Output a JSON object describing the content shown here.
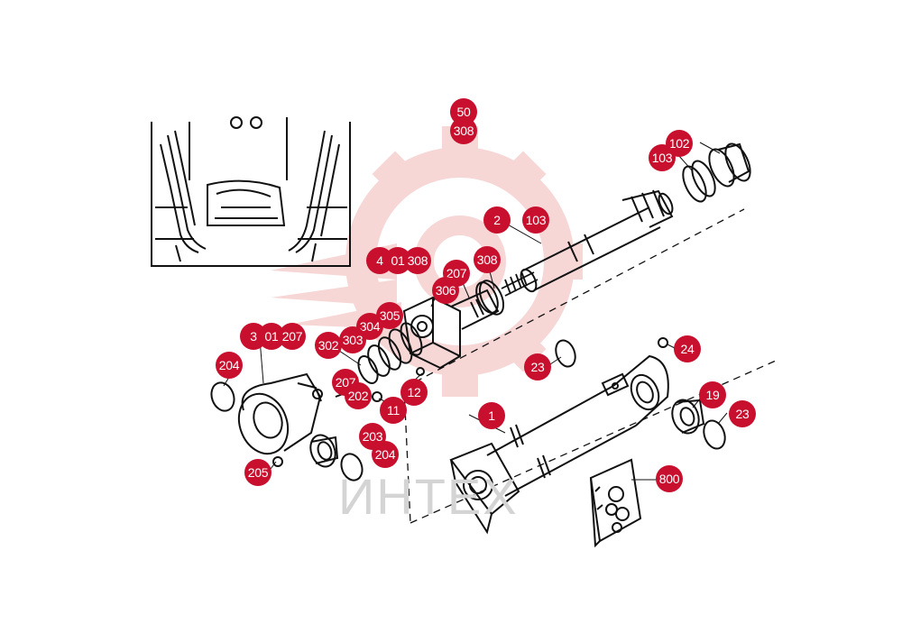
{
  "watermark": {
    "text": "ИНТЕХ",
    "color": "#f3c7c7"
  },
  "callout_color": "#c8102e",
  "callouts": [
    {
      "id": "c50",
      "label": "50"
    },
    {
      "id": "c308a",
      "label": "308"
    },
    {
      "id": "c102",
      "label": "102"
    },
    {
      "id": "c103a",
      "label": "103"
    },
    {
      "id": "c2",
      "label": "2"
    },
    {
      "id": "c103b",
      "label": "103"
    },
    {
      "id": "c4",
      "label": "4"
    },
    {
      "id": "c01a",
      "label": "01"
    },
    {
      "id": "c308b",
      "label": "308"
    },
    {
      "id": "c207a",
      "label": "207"
    },
    {
      "id": "c308c",
      "label": "308"
    },
    {
      "id": "c306",
      "label": "306"
    },
    {
      "id": "c305",
      "label": "305"
    },
    {
      "id": "c304",
      "label": "304"
    },
    {
      "id": "c3",
      "label": "3"
    },
    {
      "id": "c01b",
      "label": "01"
    },
    {
      "id": "c207b",
      "label": "207"
    },
    {
      "id": "c302",
      "label": "302"
    },
    {
      "id": "c303",
      "label": "303"
    },
    {
      "id": "c204a",
      "label": "204"
    },
    {
      "id": "c207c",
      "label": "207"
    },
    {
      "id": "c202",
      "label": "202"
    },
    {
      "id": "c12",
      "label": "12"
    },
    {
      "id": "c11",
      "label": "11"
    },
    {
      "id": "c23a",
      "label": "23"
    },
    {
      "id": "c24",
      "label": "24"
    },
    {
      "id": "c19",
      "label": "19"
    },
    {
      "id": "c23b",
      "label": "23"
    },
    {
      "id": "c1",
      "label": "1"
    },
    {
      "id": "c203",
      "label": "203"
    },
    {
      "id": "c204b",
      "label": "204"
    },
    {
      "id": "c205",
      "label": "205"
    },
    {
      "id": "c800",
      "label": "800"
    }
  ]
}
